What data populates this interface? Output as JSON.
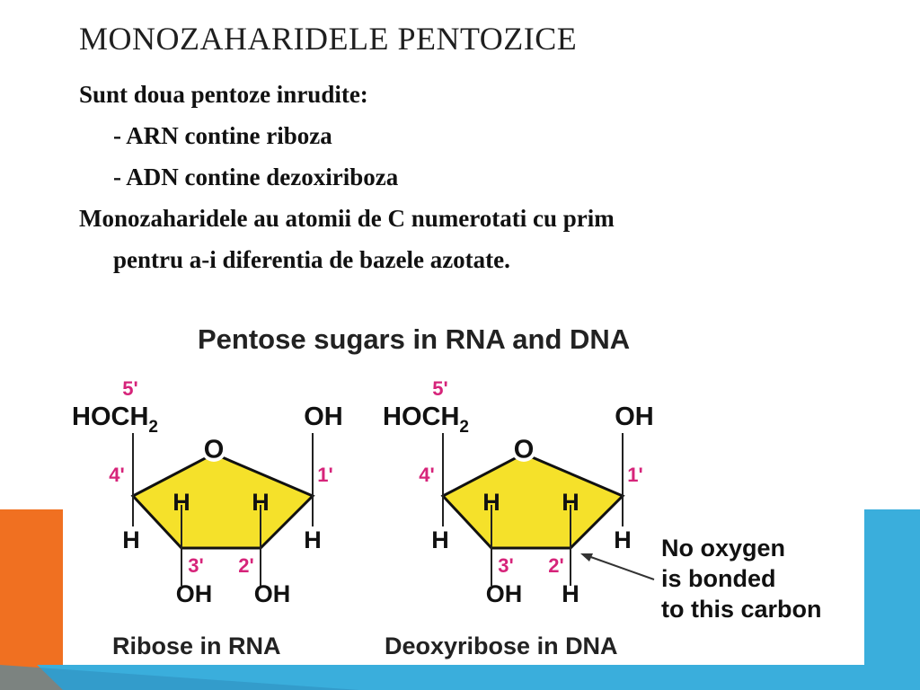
{
  "slide": {
    "title": "MONOZAHARIDELE PENTOZICE",
    "lines": [
      "Sunt doua pentoze inrudite:",
      "- ARN contine riboza",
      "- ADN contine dezoxiriboza",
      "Monozaharidele au atomii de C numerotati cu prim",
      "pentru a-i diferentia de bazele azotate."
    ]
  },
  "figure": {
    "heading": "Pentose sugars in RNA and DNA",
    "ribose": {
      "caption": "Ribose in RNA",
      "top_left": "HOCH",
      "sub": "2",
      "top_right": "OH",
      "ring_o": "O",
      "c5": "5'",
      "c4": "4'",
      "c1": "1'",
      "c3": "3'",
      "c2": "2'",
      "h_left": "H",
      "h_right": "H",
      "h_in3": "H",
      "h_in2": "H",
      "bottom3": "OH",
      "bottom2": "OH"
    },
    "deoxyribose": {
      "caption": "Deoxyribose in DNA",
      "top_left": "HOCH",
      "sub": "2",
      "top_right": "OH",
      "ring_o": "O",
      "c5": "5'",
      "c4": "4'",
      "c1": "1'",
      "c3": "3'",
      "c2": "2'",
      "h_left": "H",
      "h_right": "H",
      "h_in3": "H",
      "h_in2": "H",
      "bottom3": "OH",
      "bottom2": "H"
    },
    "annotation": [
      "No oxygen",
      "is bonded",
      "to this carbon"
    ],
    "colors": {
      "ring_fill": "#f5e12a",
      "prime_label": "#d6247a",
      "text": "#111111"
    }
  }
}
